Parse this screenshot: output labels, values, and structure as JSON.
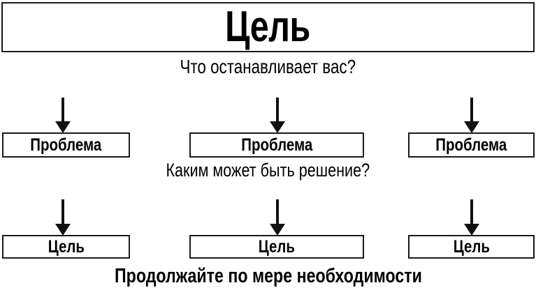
{
  "diagram": {
    "title": "Цель",
    "captions": {
      "after_title": "Что останавливает вас?",
      "after_problems": "Каким может быть решение?",
      "footer": "Продолжайте по мере необходимости"
    },
    "rows": [
      {
        "id": "problems",
        "boxes": [
          {
            "label": "Проблема"
          },
          {
            "label": "Проблема"
          },
          {
            "label": "Проблема"
          }
        ]
      },
      {
        "id": "goals",
        "boxes": [
          {
            "label": "Цель"
          },
          {
            "label": "Цель"
          },
          {
            "label": "Цель"
          }
        ]
      }
    ],
    "colors": {
      "stroke": "#1a1a1a",
      "background": "#ffffff",
      "text": "#000000",
      "arrow": "#111111"
    }
  }
}
